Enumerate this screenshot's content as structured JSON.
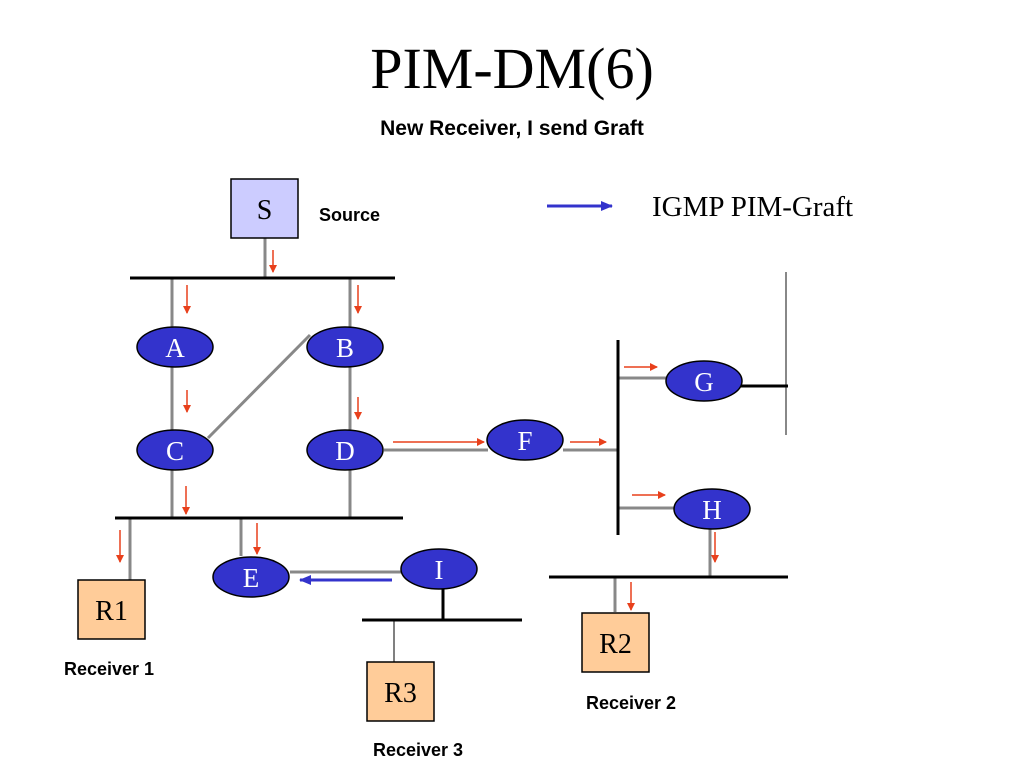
{
  "title": "PIM-DM(6)",
  "subtitle": "New Receiver, I send Graft",
  "legend": {
    "label": "IGMP PIM-Graft",
    "arrow_color": "#3333cc"
  },
  "colors": {
    "router_fill": "#3333cc",
    "source_fill": "#ccccff",
    "receiver_fill": "#ffcc99",
    "flow_arrow": "#e8401c",
    "link": "#888888"
  },
  "source": {
    "label": "S",
    "caption": "Source"
  },
  "routers": {
    "A": "A",
    "B": "B",
    "C": "C",
    "D": "D",
    "E": "E",
    "F": "F",
    "G": "G",
    "H": "H",
    "I": "I"
  },
  "receivers": {
    "r1": {
      "label": "R1",
      "caption": "Receiver 1"
    },
    "r2": {
      "label": "R2",
      "caption": "Receiver 2"
    },
    "r3": {
      "label": "R3",
      "caption": "Receiver 3"
    }
  }
}
